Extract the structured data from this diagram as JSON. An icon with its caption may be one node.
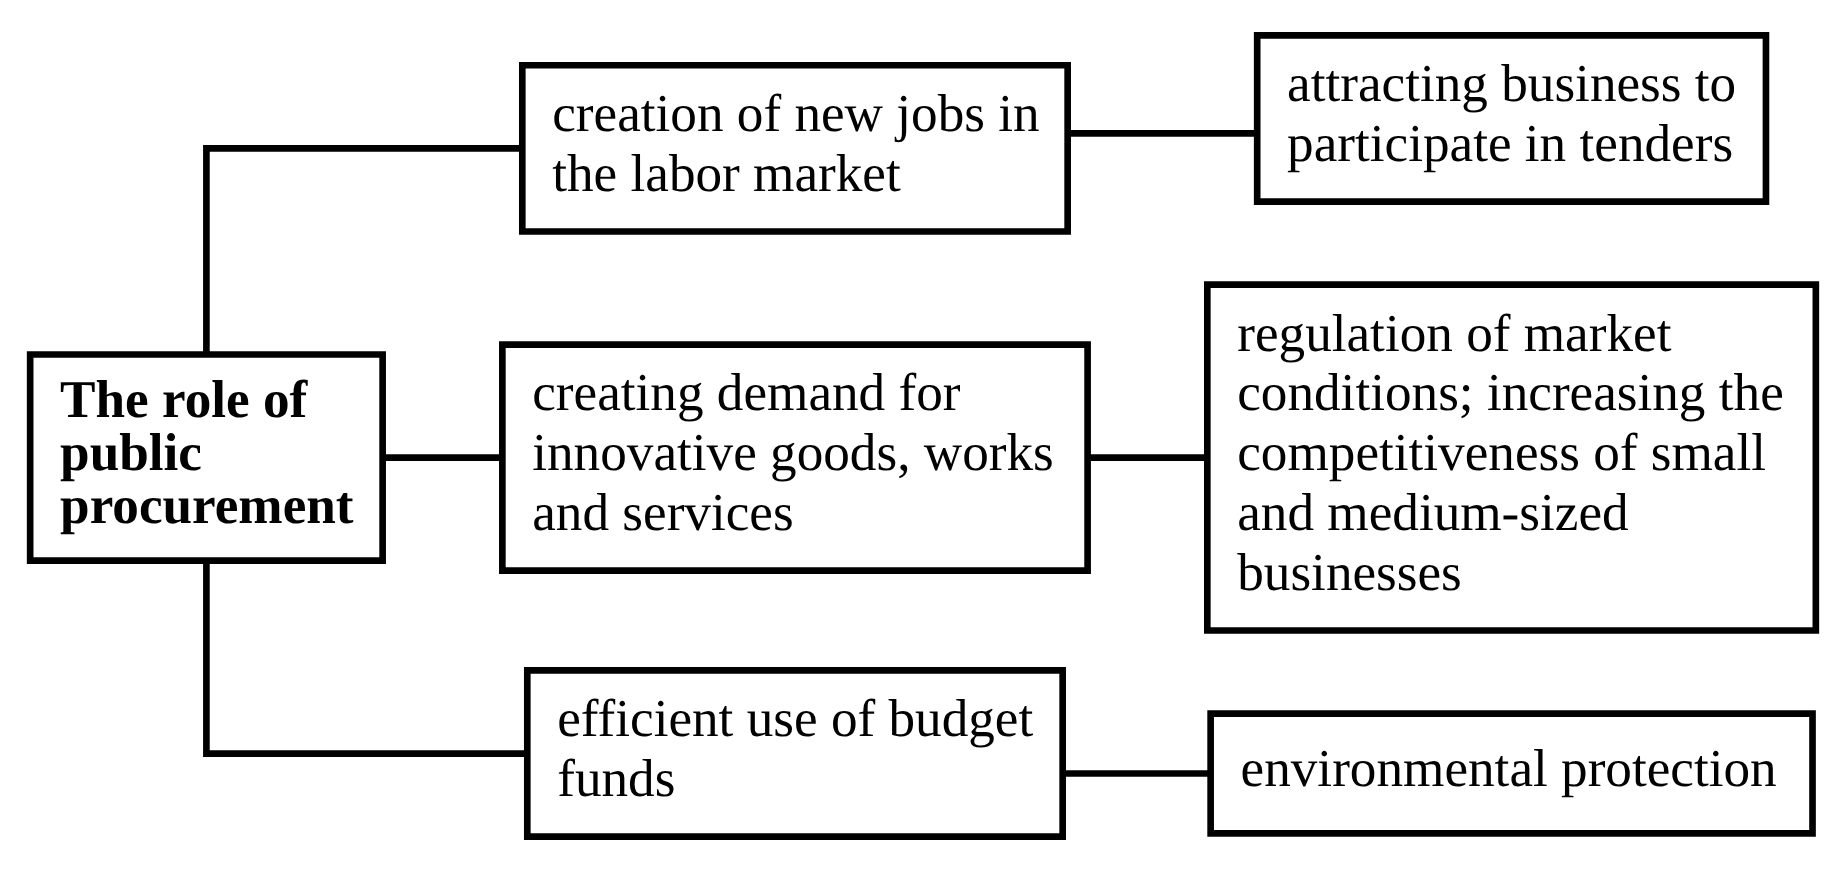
{
  "diagram": {
    "nodes": [
      {
        "text": [
          "The role of public procurement"
        ]
      },
      {
        "text": [
          "creation of new jobs in the labor market"
        ]
      },
      {
        "text": [
          "attracting business to participate in tenders"
        ]
      },
      {
        "text": [
          "creating demand for innovative goods, works and services"
        ]
      },
      {
        "text": [
          "regulation of market conditions; increasing the competitiveness of small and medium-sized businesses"
        ]
      },
      {
        "text": [
          "efficient use of budget funds"
        ]
      },
      {
        "text": [
          "environmental protection"
        ]
      }
    ],
    "edges": [
      {
        "from": 0,
        "to": 1,
        "arrow": "none"
      },
      {
        "from": 0,
        "to": 3,
        "arrow": "none"
      },
      {
        "from": 0,
        "to": 5,
        "arrow": "none"
      },
      {
        "from": 1,
        "to": 2,
        "arrow": "none"
      },
      {
        "from": 3,
        "to": 4,
        "arrow": "none"
      },
      {
        "from": 5,
        "to": 6,
        "arrow": "none"
      }
    ]
  }
}
